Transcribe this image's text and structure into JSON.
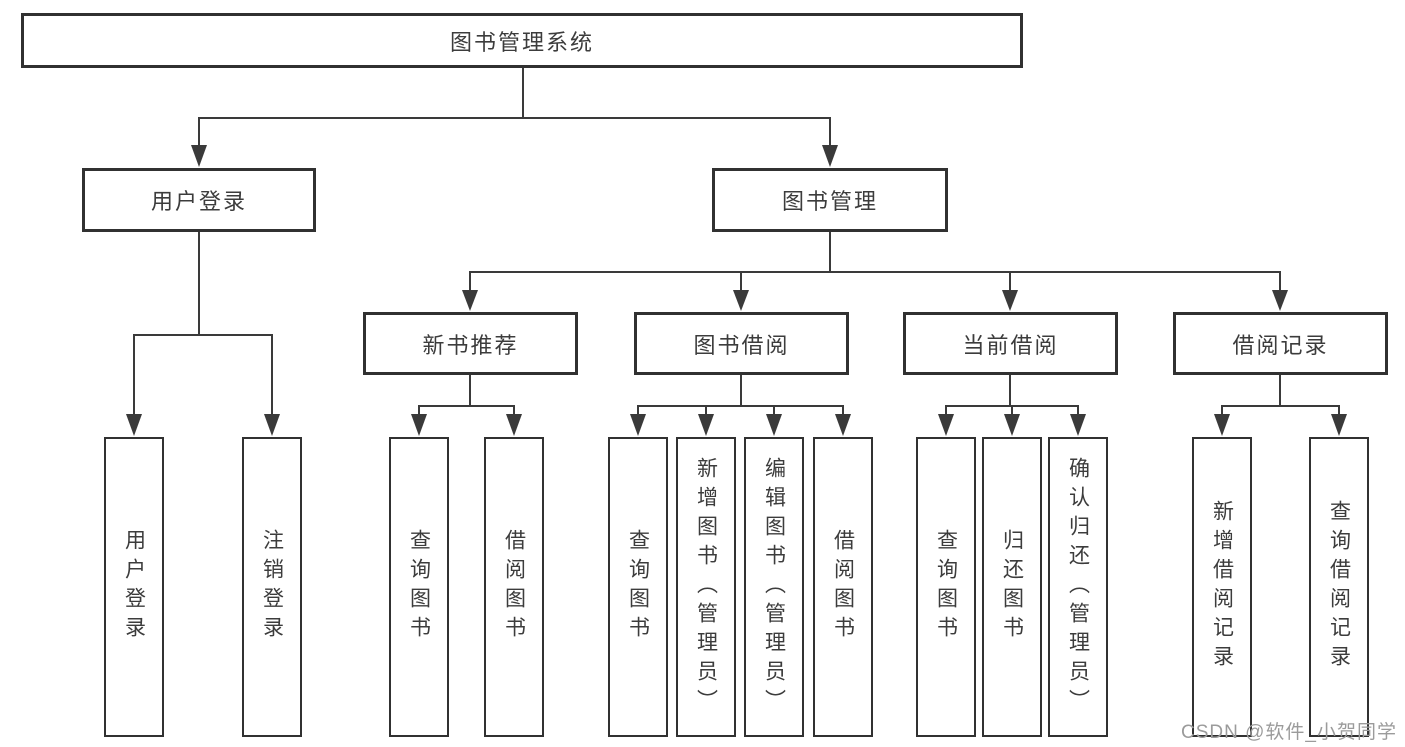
{
  "diagram": {
    "title": "图书管理系统",
    "level2": {
      "user_login": {
        "label": "用户登录",
        "children": {
          "login": "用户登录",
          "logout": "注销登录"
        }
      },
      "book_management": {
        "label": "图书管理"
      }
    },
    "level3": {
      "new_book_recommend": {
        "label": "新书推荐",
        "children": {
          "search_book": "查询图书",
          "borrow_book": "借阅图书"
        }
      },
      "book_borrow": {
        "label": "图书借阅",
        "children": {
          "search_book": "查询图书",
          "add_book": "新增图书（管理员）",
          "edit_book": "编辑图书（管理员）",
          "borrow_book": "借阅图书"
        }
      },
      "current_borrow": {
        "label": "当前借阅",
        "children": {
          "search_book": "查询图书",
          "return_book": "归还图书",
          "confirm_return": "确认归还（管理员）"
        }
      },
      "borrow_record": {
        "label": "借阅记录",
        "children": {
          "add_record": "新增借阅记录",
          "search_record": "查询借阅记录"
        }
      }
    }
  },
  "watermark": {
    "text": "CSDN @软件_小贺同学"
  },
  "colors": {
    "line": "#3a3a3a",
    "box_border": "#313131",
    "text": "#3c3c3c",
    "watermark": "#9b9b9b",
    "background": "#ffffff"
  }
}
